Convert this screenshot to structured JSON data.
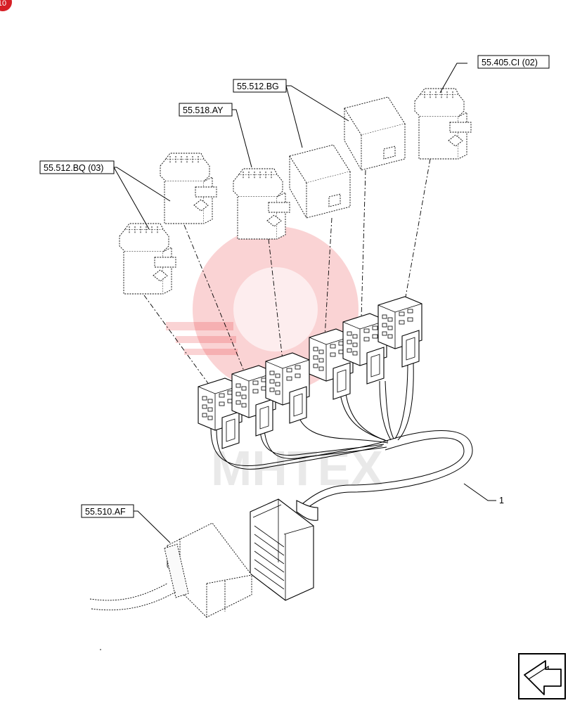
{
  "diagram": {
    "callouts": [
      {
        "id": "c1",
        "label": "55.405.CI (02)"
      },
      {
        "id": "c2",
        "label": "55.512.BG"
      },
      {
        "id": "c3",
        "label": "55.518.AY"
      },
      {
        "id": "c4",
        "label": "55.512.BQ (03)"
      },
      {
        "id": "c5",
        "label": "55.510.AF"
      },
      {
        "id": "c6",
        "label": "1"
      }
    ],
    "corner_badge": "10",
    "watermark_text": "MHTEX"
  }
}
